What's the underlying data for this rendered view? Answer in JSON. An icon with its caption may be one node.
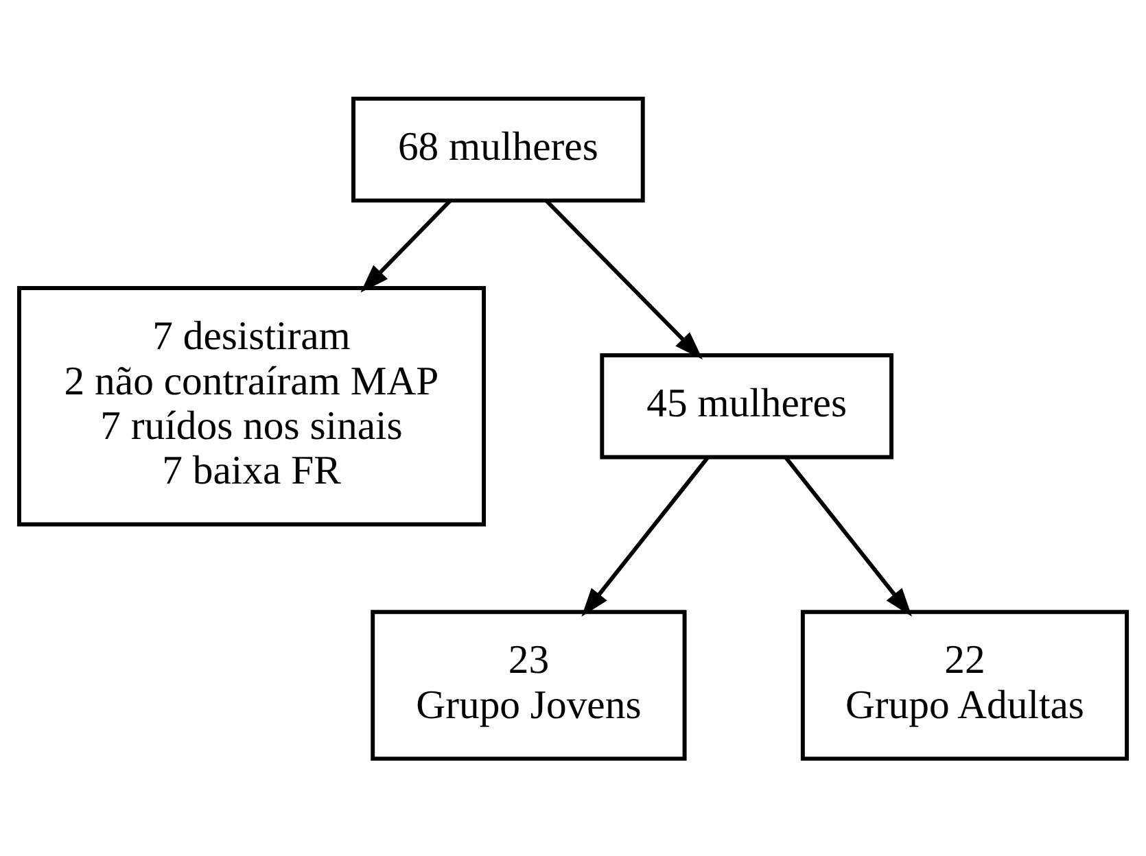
{
  "diagram": {
    "nodes": [
      {
        "text": [
          "68 mulheres"
        ]
      },
      {
        "text": [
          "7 desistiram",
          "2 não contraíram MAP",
          "7 ruídos nos sinais",
          "7 baixa FR"
        ]
      },
      {
        "text": [
          "45 mulheres"
        ]
      },
      {
        "text": [
          "23",
          "Grupo Jovens"
        ]
      },
      {
        "text": [
          "22",
          "Grupo Adultas"
        ]
      }
    ],
    "edges": [
      {
        "from": 0,
        "to": 2,
        "arrow": "to"
      },
      {
        "from": 0,
        "to": 1,
        "arrow": "to"
      },
      {
        "from": 2,
        "to": 3,
        "arrow": "to"
      },
      {
        "from": 2,
        "to": 4,
        "arrow": "to"
      }
    ]
  }
}
